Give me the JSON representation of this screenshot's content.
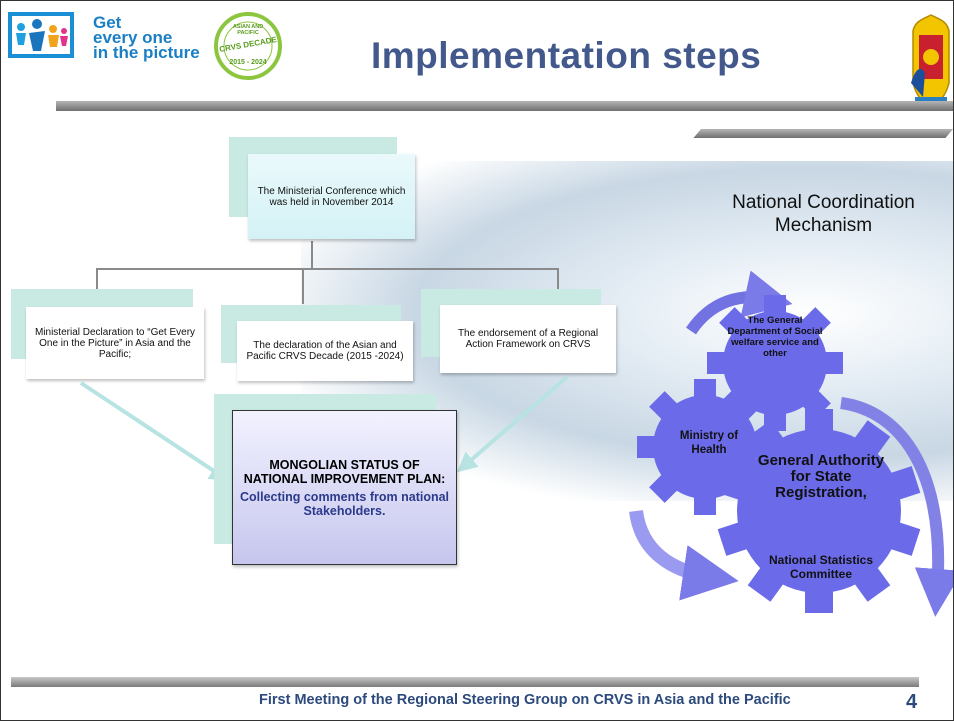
{
  "header": {
    "logo_line1": "Get",
    "logo_line2": "every one",
    "logo_line3": "in the picture",
    "badge_top": "ASIAN AND PACIFIC",
    "badge_mid": "CRVS DECADE",
    "badge_bottom": "2015 - 2024",
    "title": "Implementation steps"
  },
  "diagram": {
    "top": "The Ministerial Conference which was held in November 2014",
    "children": [
      "Ministerial Declaration to “Get Every One in the Picture” in Asia and the Pacific;",
      "The declaration of the Asian and Pacific CRVS  Decade (2015 -2024)",
      "The endorsement of a Regional Action Framework on CRVS"
    ],
    "center_head": "MONGOLIAN STATUS OF NATIONAL IMPROVEMENT PLAN:",
    "center_sub": "Collecting comments from national  Stakeholders."
  },
  "ncm": {
    "title": "National Coordination Mechanism",
    "gear_social": "The General Department of Social welfare service and other",
    "gear_health": "Ministry of Health",
    "gear_gasr": "General Authority for State Registration,",
    "gear_nsc": "National Statistics Committee"
  },
  "footer": {
    "text": "First Meeting of the Regional Steering Group on CRVS in Asia and the Pacific",
    "page": "4"
  },
  "colors": {
    "title": "#43598c",
    "gear": "#6b6bea",
    "accent_teal": "#c9e9e3",
    "footer_text": "#2c4a7c"
  }
}
